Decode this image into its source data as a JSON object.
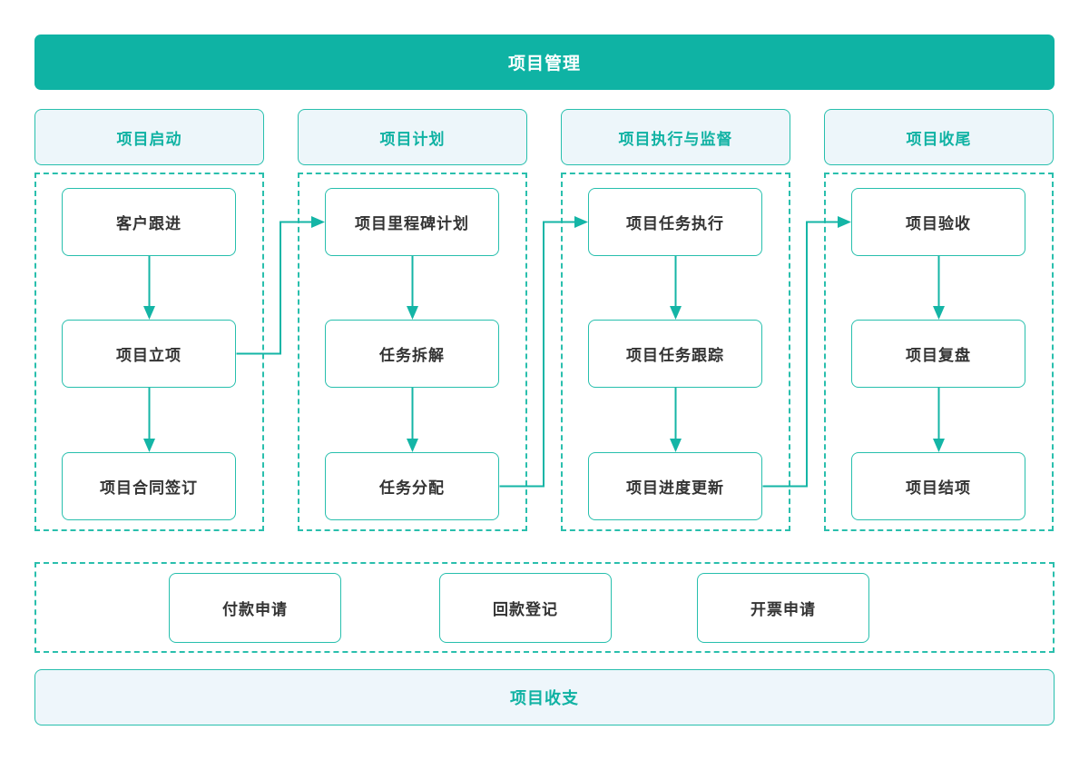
{
  "title_banner": {
    "label": "项目管理"
  },
  "columns": [
    {
      "header": "项目启动",
      "steps": [
        "客户跟进",
        "项目立项",
        "项目合同签订"
      ]
    },
    {
      "header": "项目计划",
      "steps": [
        "项目里程碑计划",
        "任务拆解",
        "任务分配"
      ]
    },
    {
      "header": "项目执行与监督",
      "steps": [
        "项目任务执行",
        "项目任务跟踪",
        "项目进度更新"
      ]
    },
    {
      "header": "项目收尾",
      "steps": [
        "项目验收",
        "项目复盘",
        "项目结项"
      ]
    }
  ],
  "flow_links": [
    {
      "from": "客户跟进",
      "to": "项目立项"
    },
    {
      "from": "项目立项",
      "to": "项目合同签订"
    },
    {
      "from": "项目立项",
      "to": "项目里程碑计划"
    },
    {
      "from": "项目里程碑计划",
      "to": "任务拆解"
    },
    {
      "from": "任务拆解",
      "to": "任务分配"
    },
    {
      "from": "任务分配",
      "to": "项目任务执行"
    },
    {
      "from": "项目任务执行",
      "to": "项目任务跟踪"
    },
    {
      "from": "项目任务跟踪",
      "to": "项目进度更新"
    },
    {
      "from": "项目进度更新",
      "to": "项目验收"
    },
    {
      "from": "项目验收",
      "to": "项目复盘"
    },
    {
      "from": "项目复盘",
      "to": "项目结项"
    }
  ],
  "finance_row": {
    "items": [
      "付款申请",
      "回款登记",
      "开票申请"
    ]
  },
  "bottom_banner": {
    "label": "项目收支"
  },
  "colors": {
    "banner_teal": "#0fb3a4",
    "border_teal": "#27bfad",
    "connector_teal": "#14b5a6",
    "panel_light": "#edf6fa",
    "node_text": "#333333"
  }
}
